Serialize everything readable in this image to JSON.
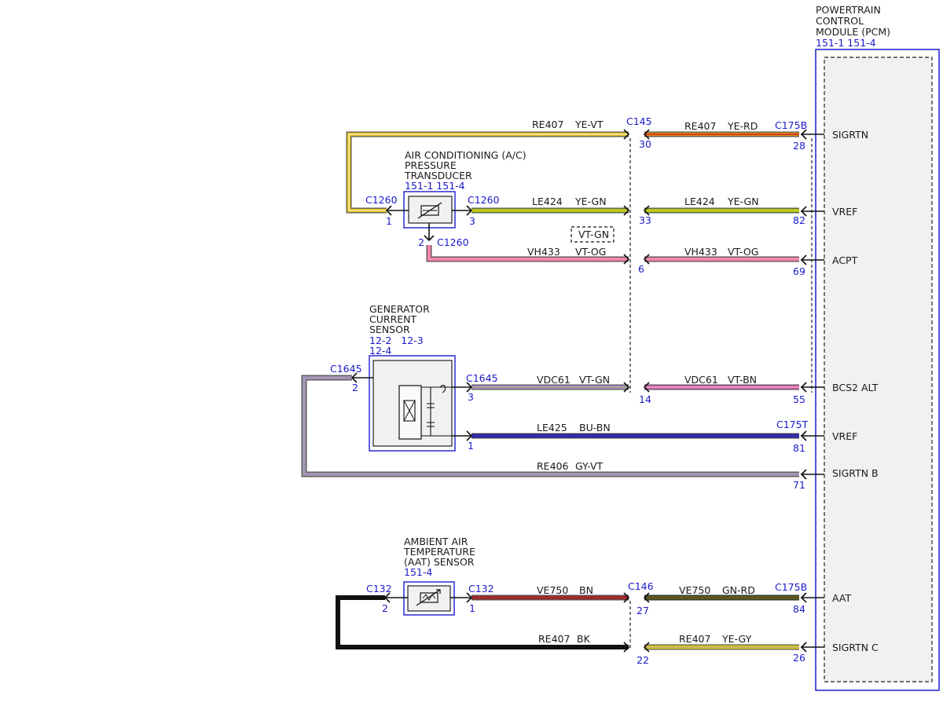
{
  "pcm": {
    "title_lines": [
      "POWERTRAIN",
      "CONTROL",
      "MODULE (PCM)"
    ],
    "refs": "151-1 151-4",
    "signals": [
      "SIGRTN",
      "VREF",
      "ACPT",
      "BCS2 ALT",
      "VREF",
      "SIGRTN B",
      "AAT",
      "SIGRTN C"
    ]
  },
  "ac_sensor": {
    "title_lines": [
      "AIR CONDITIONING (A/C)",
      "PRESSURE",
      "TRANSDUCER"
    ],
    "refs": "151-1 151-4",
    "left_connector": "C1260",
    "left_pin": "1",
    "right_connector": "C1260",
    "right_pin": "3",
    "bottom_pin": "2",
    "bottom_connector": "C1260"
  },
  "gen_sensor": {
    "title_lines": [
      "GENERATOR",
      "CURRENT",
      "SENSOR"
    ],
    "refs_line1": "12-2   12-3",
    "refs_line2": "12-4",
    "left_connector": "C1645",
    "left_pin": "2",
    "right_connector": "C1645",
    "pin3": "3",
    "pin1": "1"
  },
  "aat_sensor": {
    "title_lines": [
      "AMBIENT AIR",
      "TEMPERATURE",
      "(AAT) SENSOR"
    ],
    "refs": "151-4",
    "left_connector": "C132",
    "left_pin": "2",
    "right_connector": "C132",
    "right_pin": "1"
  },
  "connectors": {
    "c145": "C145",
    "c175b_top": "C175B",
    "c175t": "C175T",
    "c146": "C146",
    "c175b_bottom": "C175B"
  },
  "pins": {
    "p30": "30",
    "p28": "28",
    "p33": "33",
    "p82": "82",
    "p6": "6",
    "p69": "69",
    "p14": "14",
    "p55": "55",
    "p81": "81",
    "p71": "71",
    "p27": "27",
    "p84": "84",
    "p22": "22",
    "p26": "26"
  },
  "wires": {
    "w1_left": {
      "circuit": "RE407",
      "color": "YE-VT"
    },
    "w1_right": {
      "circuit": "RE407",
      "color": "YE-RD"
    },
    "w2_left": {
      "circuit": "LE424",
      "color": "YE-GN"
    },
    "w2_right": {
      "circuit": "LE424",
      "color": "YE-GN"
    },
    "w3_left": {
      "circuit": "VH433",
      "color": "VT-OG"
    },
    "w3_right": {
      "circuit": "VH433",
      "color": "VT-OG"
    },
    "w3_alt_color": "VT-GN",
    "w4_left": {
      "circuit": "VDC61",
      "color": "VT-GN"
    },
    "w4_right": {
      "circuit": "VDC61",
      "color": "VT-BN"
    },
    "w5": {
      "circuit": "LE425",
      "color": "BU-BN"
    },
    "w6": {
      "circuit": "RE406",
      "color": "GY-VT"
    },
    "w7_left": {
      "circuit": "VE750",
      "color": "BN"
    },
    "w7_right": {
      "circuit": "VE750",
      "color": "GN-RD"
    },
    "w8_left": {
      "circuit": "RE407",
      "color": "BK"
    },
    "w8_right": {
      "circuit": "RE407",
      "color": "YE-GY"
    }
  },
  "palette": {
    "yellow": "#e8c21a",
    "violet": "#b48cd8",
    "red": "#d23a3a",
    "green": "#8dbb2a",
    "orange": "#e88a1a",
    "pink": "#f07aa0",
    "grey": "#9a9aa0",
    "blue": "#1a1aa8",
    "brown": "#8a2a2a",
    "darkgreen": "#4a6a1a",
    "black": "#111111",
    "connector_blue": "#1a1acc"
  }
}
